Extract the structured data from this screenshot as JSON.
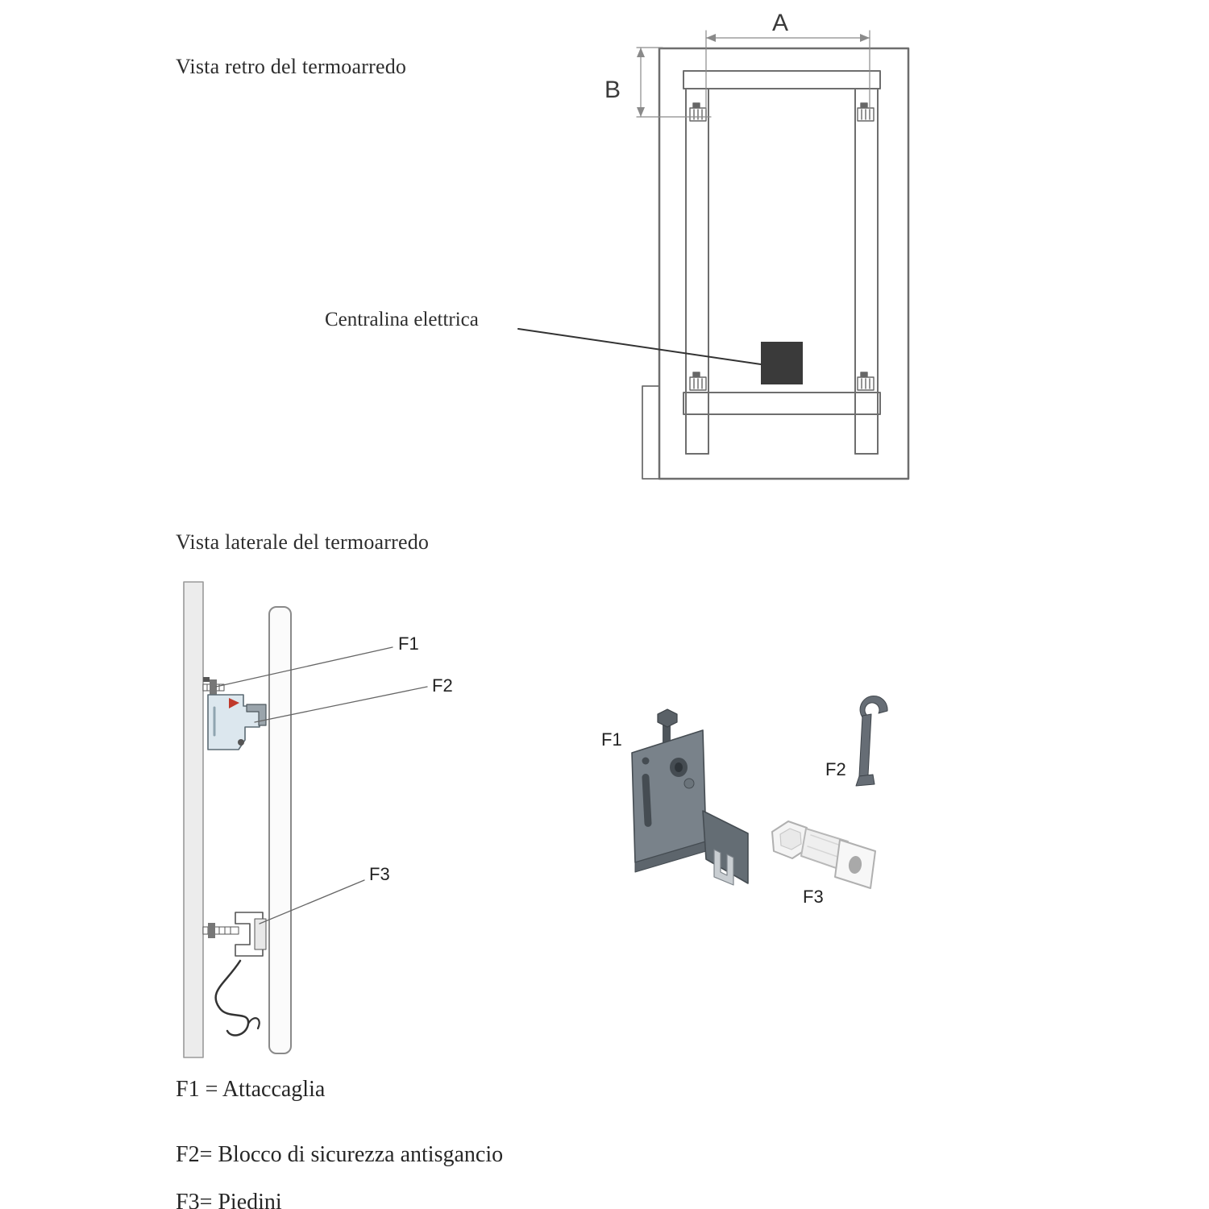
{
  "rear_view": {
    "title": "Vista retro del termoarredo",
    "dim_a": "A",
    "dim_b": "B",
    "callout": "Centralina elettrica"
  },
  "side_view": {
    "title": "Vista laterale del termoarredo",
    "f1": "F1",
    "f2": "F2",
    "f3": "F3"
  },
  "parts": {
    "f1": "F1",
    "f2": "F2",
    "f3": "F3"
  },
  "legend": {
    "items": [
      "F1 = Attaccaglia",
      "F2= Blocco di sicurezza antisgancio",
      "F3= Piedini"
    ]
  }
}
